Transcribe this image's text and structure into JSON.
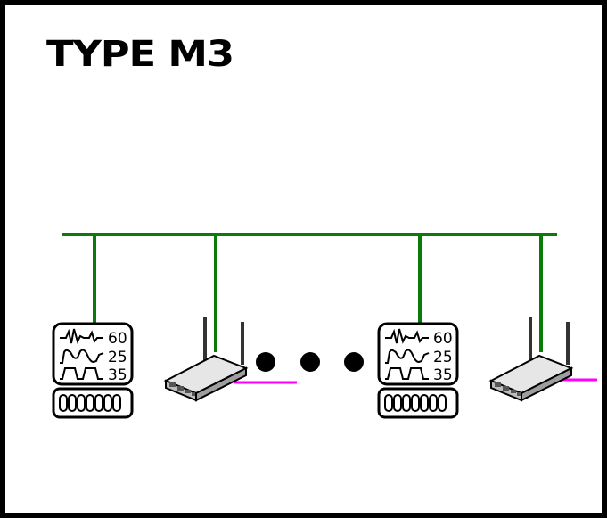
{
  "title": "TYPE M3",
  "colors": {
    "bus": "#0a7a0a",
    "link": "#ff00ff",
    "frame": "#000000",
    "background": "#ffffff"
  },
  "devices": [
    {
      "kind": "monitor-icon",
      "readings": [
        "60",
        "25",
        "35"
      ]
    },
    {
      "kind": "router-icon"
    },
    {
      "kind": "ellipsis"
    },
    {
      "kind": "monitor-icon",
      "readings": [
        "60",
        "25",
        "35"
      ]
    },
    {
      "kind": "router-icon"
    }
  ]
}
